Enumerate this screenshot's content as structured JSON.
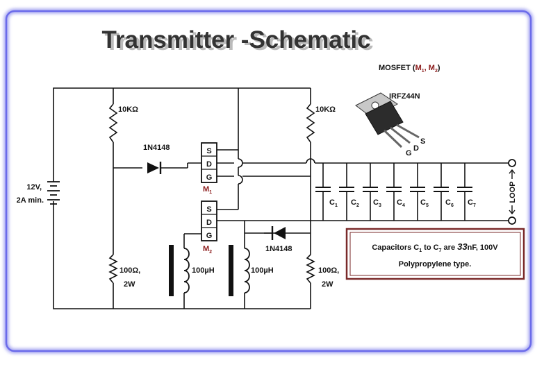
{
  "title": "Transmitter -Schematic",
  "mosfet_header": {
    "prefix": "MOSFET (",
    "m1": "M",
    "m1_sub": "1",
    "sep": ", ",
    "m2": "M",
    "m2_sub": "2",
    "suffix": ")"
  },
  "mosfet_part": "IRFZ44N",
  "mosfet_pins": {
    "s": "S",
    "d": "D",
    "g": "G"
  },
  "supply": {
    "line1": "12V,",
    "line2": "2A min."
  },
  "resistors": {
    "top_left": "10KΩ",
    "top_right": "10KΩ",
    "bottom_left": [
      "100Ω,",
      "2W"
    ],
    "bottom_right": [
      "100Ω,",
      "2W"
    ]
  },
  "diodes": {
    "top": "1N4148",
    "bottom": "1N4148"
  },
  "inductors": {
    "left": "100µH",
    "right": "100µH"
  },
  "transistor_pins": [
    "S",
    "D",
    "G"
  ],
  "m1_label": {
    "letter": "M",
    "sub": "1"
  },
  "m2_label": {
    "letter": "M",
    "sub": "2"
  },
  "capacitors": [
    {
      "letter": "C",
      "sub": "1"
    },
    {
      "letter": "C",
      "sub": "2"
    },
    {
      "letter": "C",
      "sub": "3"
    },
    {
      "letter": "C",
      "sub": "4"
    },
    {
      "letter": "C",
      "sub": "5"
    },
    {
      "letter": "C",
      "sub": "6"
    },
    {
      "letter": "C",
      "sub": "7"
    }
  ],
  "loop_label": "LOOP",
  "note": {
    "line1_a": "Capacitors C",
    "line1_sub1": "1",
    "line1_b": " to C",
    "line1_sub2": "7",
    "line1_c": " are ",
    "line1_val": "33",
    "line1_d": "nF, 100V",
    "line2": "Polypropylene type."
  },
  "colors": {
    "frame": "#6b6bea",
    "note_border": "#7a2a2a",
    "m_label": "#8b1a1a",
    "wire": "#111111"
  }
}
